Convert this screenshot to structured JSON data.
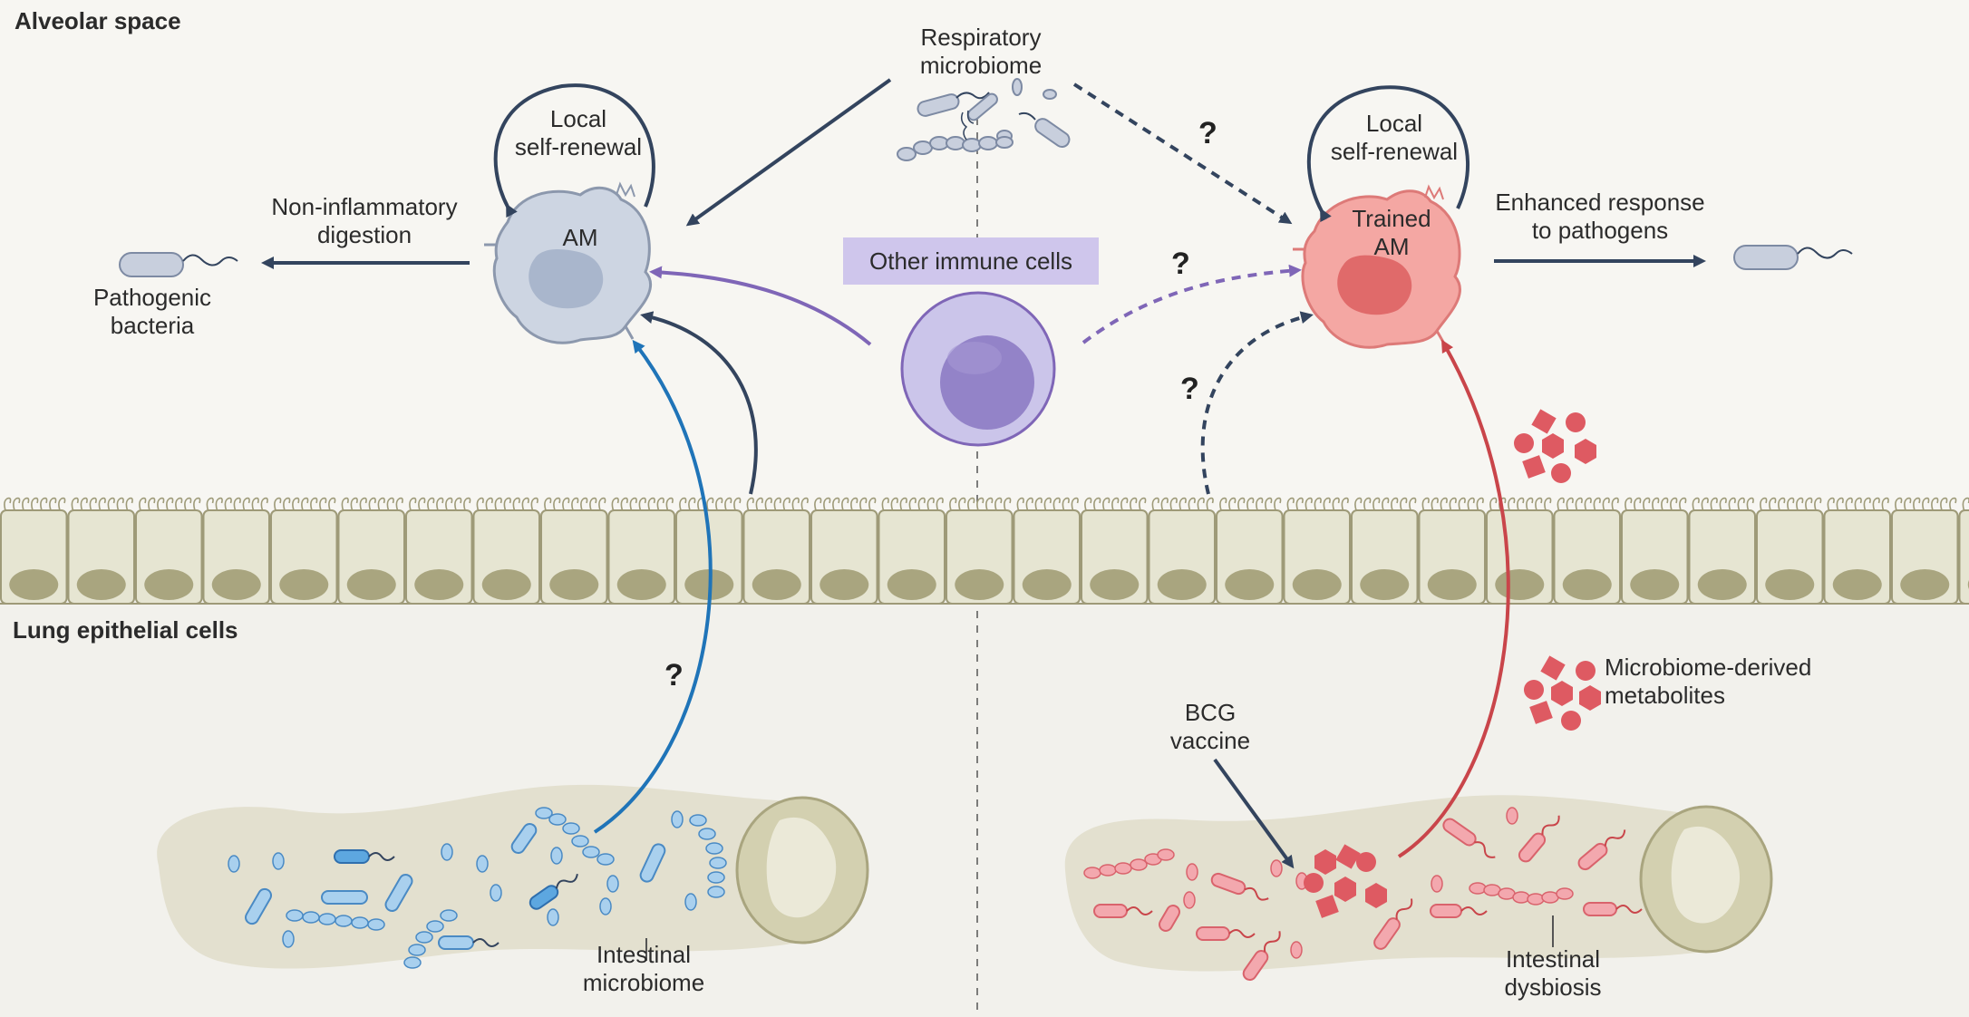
{
  "sections": {
    "alveolar_space": "Alveolar space",
    "lung_epithelial_cells": "Lung epithelial cells"
  },
  "labels": {
    "respiratory_microbiome": "Respiratory\nmicrobiome",
    "local_self_renewal_left": "Local\nself-renewal",
    "local_self_renewal_right": "Local\nself-renewal",
    "am": "AM",
    "trained_am": "Trained\nAM",
    "non_inflammatory_digestion": "Non-inflammatory\ndigestion",
    "pathogenic_bacteria": "Pathogenic\nbacteria",
    "enhanced_response": "Enhanced response\nto pathogens",
    "other_immune_cells": "Other immune cells",
    "intestinal_microbiome": "Intestinal\nmicrobiome",
    "bcg_vaccine": "BCG\nvaccine",
    "microbiome_derived_metabolites": "Microbiome-derived\nmetabolites",
    "intestinal_dysbiosis": "Intestinal\ndysbiosis",
    "question_mark": "?"
  },
  "colors": {
    "background": "#f7f6f2",
    "am_cell": "#cdd5e2",
    "trained_am_cell": "#f4a7a3",
    "immune_cell": "#b9b0e0",
    "epithelium": "#e6e5d2",
    "nucleus_epithelium": "#a9a57f",
    "arrow_dark": "#33445e",
    "arrow_blue": "#1f74b8",
    "arrow_red": "#c9454a",
    "arrow_purple": "#7f66b7",
    "metabolite": "#de5a62",
    "gut": "#e3e0cf"
  },
  "icons": [
    "am-cell-icon",
    "trained-am-cell-icon",
    "immune-cell-icon",
    "bacteria-icon",
    "metabolite-icon",
    "gut-icon",
    "epithelium-icon"
  ]
}
